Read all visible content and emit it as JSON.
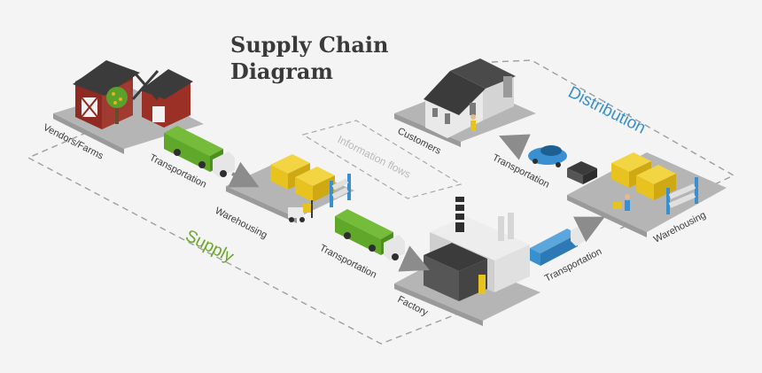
{
  "title": {
    "line1": "Supply Chain",
    "line2": "Diagram"
  },
  "regions": {
    "supply": "Supply",
    "distribution": "Distribution",
    "information": "Information flows"
  },
  "nodes": {
    "vendors": "Vendors/Farms",
    "transport1": "Transportation",
    "warehouse1": "Warehousing",
    "transport2": "Transportation",
    "factory": "Factory",
    "transport3": "Transportation",
    "warehouse2": "Warehousing",
    "transport4": "Transportation",
    "customers": "Customers"
  },
  "colors": {
    "supply": "#6aa62a",
    "distribution": "#3a8fc7",
    "truck_green": "#5fa82a",
    "truck_blue": "#3a8fd0",
    "crate": "#e8c21e",
    "ground": "#b5b5b5",
    "barn": "#8e2a22"
  }
}
